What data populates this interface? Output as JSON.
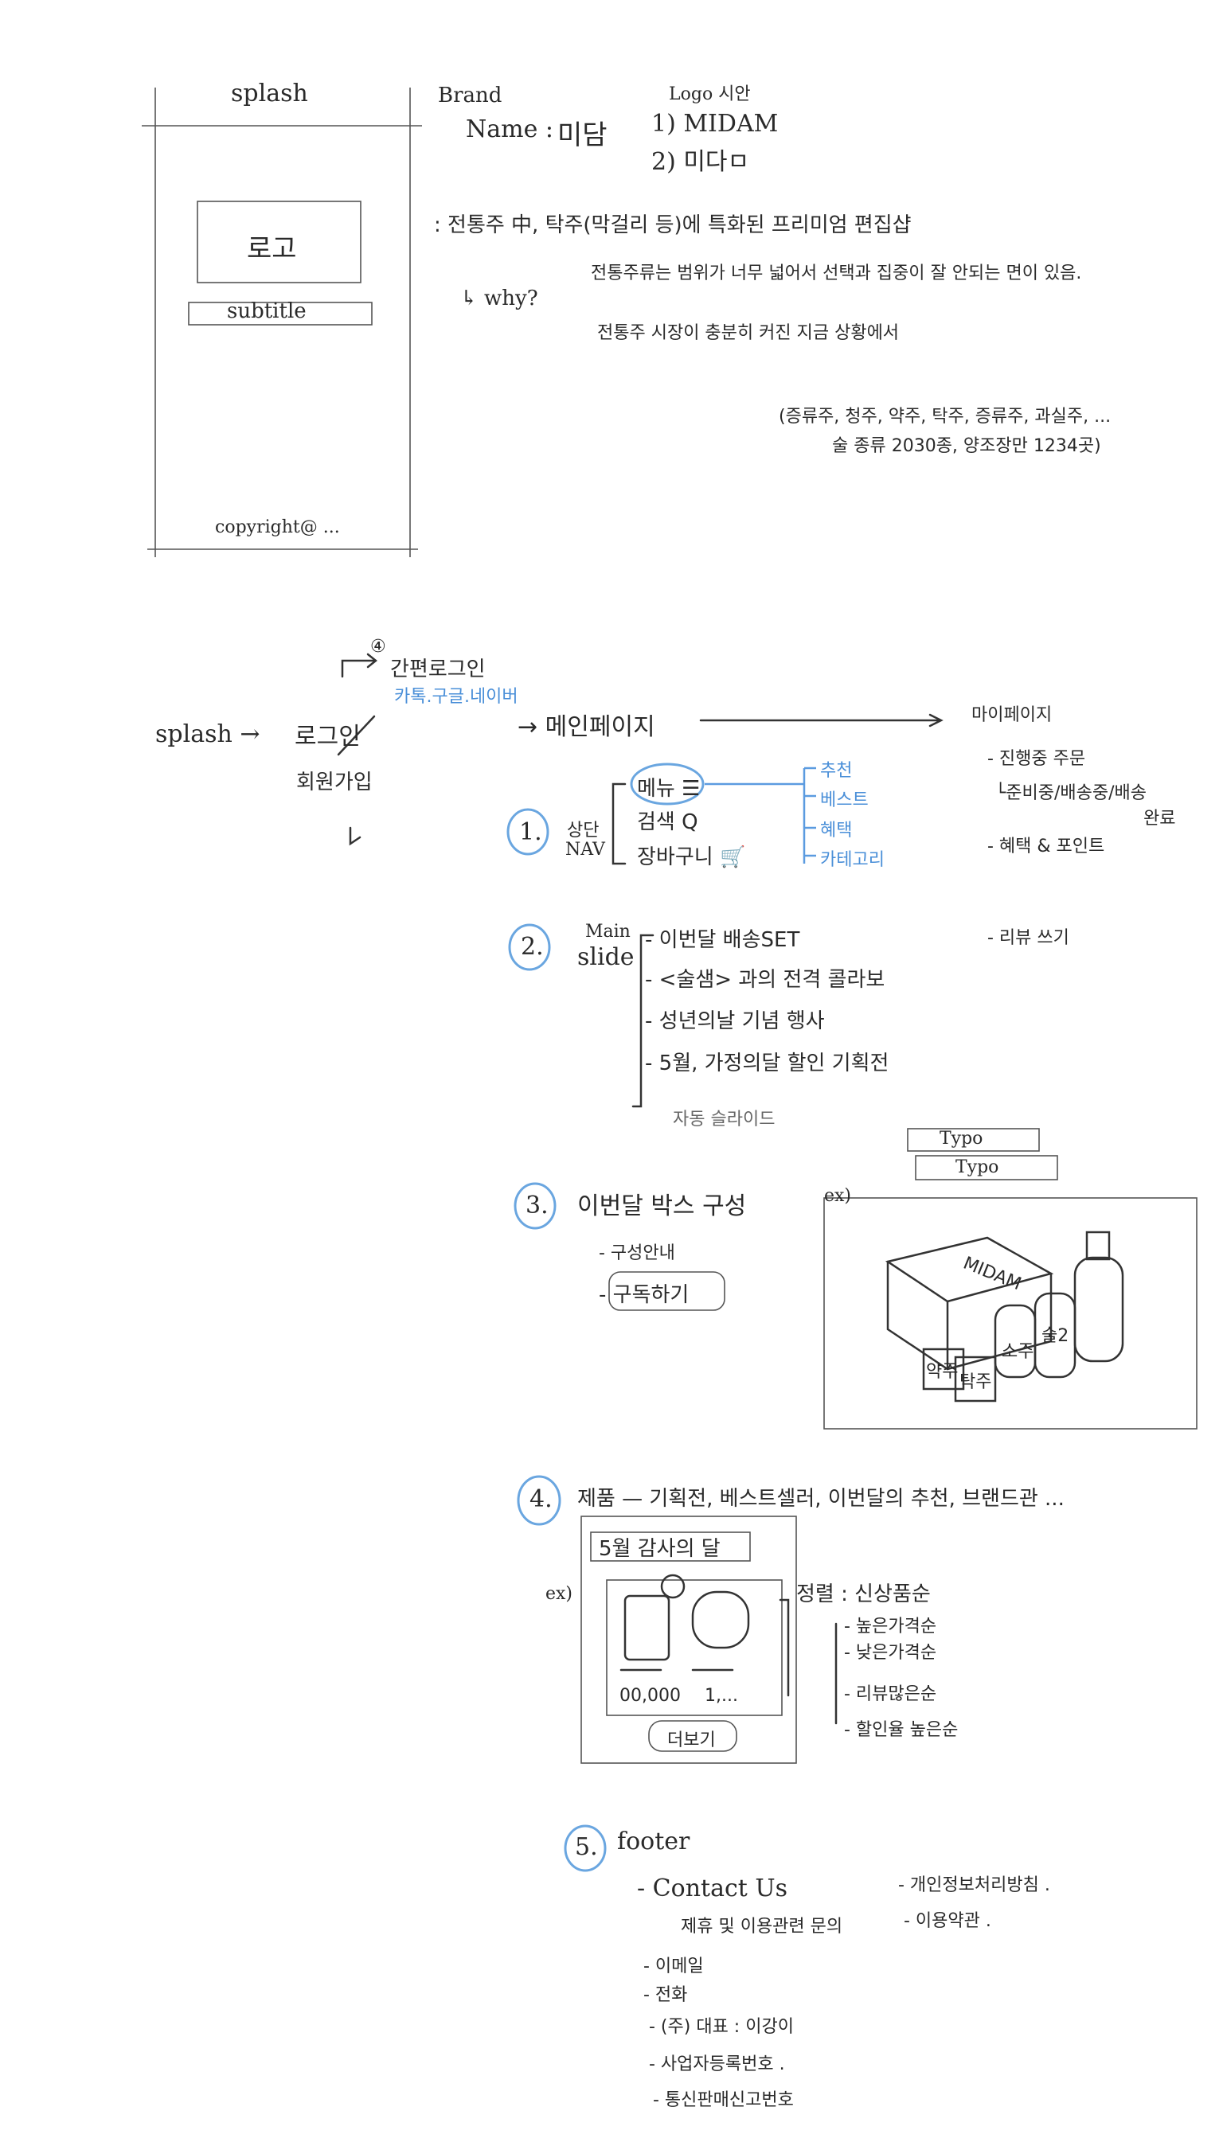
{
  "splash_frame": {
    "title": "splash",
    "logo": "로고",
    "subtitle": "subtitle",
    "copyright": "copyright@ ..."
  },
  "brand": {
    "label": "Brand",
    "name_label": "Name :",
    "name": "미담",
    "logo_draft": "Logo 시안",
    "options": [
      "1) MIDAM",
      "2) 미다ㅁ"
    ],
    "concept": ": 전통주 中, 탁주(막걸리 등)에 특화된 프리미엄 편집샵",
    "why_label": "↳ why?",
    "why_text": "전통주류는 범위가 너무 넓어서 선택과 집중이 잘 안되는 면이 있음.",
    "why_sub": "전통주 시장이 충분히 커진 지금 상황에서",
    "stats_line1": "(증류주, 청주, 약주, 탁주, 증류주, 과실주, ...",
    "stats_line2": "술 종류 2030종, 양조장만 1234곳)"
  },
  "flow": {
    "splash": "splash →",
    "login": "로그인",
    "signup": "회원가입",
    "simple_login_num": "④",
    "simple_login": "간편로그인",
    "simple_login_sub": "카톡.구글.네이버",
    "main": "→ 메인페이지",
    "mypage": "마이페이지",
    "mypage_items": [
      "- 진행중 주문",
      "└준비중/배송중/배송",
      "완료",
      "- 혜택 & 포인트",
      "- 리뷰 쓰기"
    ]
  },
  "section1": {
    "num": "1.",
    "label_top": "상단",
    "label_bottom": "NAV",
    "items": [
      "메뉴 ☰",
      "검색 Q",
      "장바구니 🛒"
    ],
    "menu_children": [
      "추천",
      "베스트",
      "혜택",
      "카테고리"
    ]
  },
  "section2": {
    "num": "2.",
    "label_top": "Main",
    "label_bottom": "slide",
    "items": [
      "- 이번달 배송SET",
      "- <술샘> 과의 전격 콜라보",
      "- 성년의날 기념 행사",
      "- 5월, 가정의달 할인 기획전",
      "자동 슬라이드"
    ]
  },
  "section3": {
    "num": "3.",
    "title": "이번달 박스 구성",
    "items": [
      "- 구성안내",
      "- 구독하기"
    ],
    "example_label": "ex)",
    "typo": [
      "Typo",
      "Typo"
    ],
    "box_label": "MIDAM",
    "bottle_labels": [
      "약주",
      "탁주",
      "소주",
      "술2"
    ]
  },
  "section4": {
    "num": "4.",
    "title": "제품 — 기획전, 베스트셀러, 이번달의 추천, 브랜드관 ...",
    "example_label": "ex)",
    "banner": "5월 감사의 달",
    "price1": "00,000",
    "price2": "1,...",
    "more_button": "더보기",
    "sort_label": "정렬 : 신상품순",
    "sort_options": [
      "- 높은가격순",
      "- 낮은가격순",
      "- 리뷰많은순",
      "- 할인율 높은순"
    ]
  },
  "section5": {
    "num": "5.",
    "title": "footer",
    "contact": "- Contact Us",
    "contact_sub": "제휴 및 이용관련 문의",
    "policy": [
      "- 개인정보처리방침 .",
      "- 이용약관 ."
    ],
    "items": [
      "- 이메일",
      "- 전화",
      "- (주) 대표 : 이강이",
      "- 사업자등록번호 .",
      "- 통신판매신고번호"
    ]
  }
}
